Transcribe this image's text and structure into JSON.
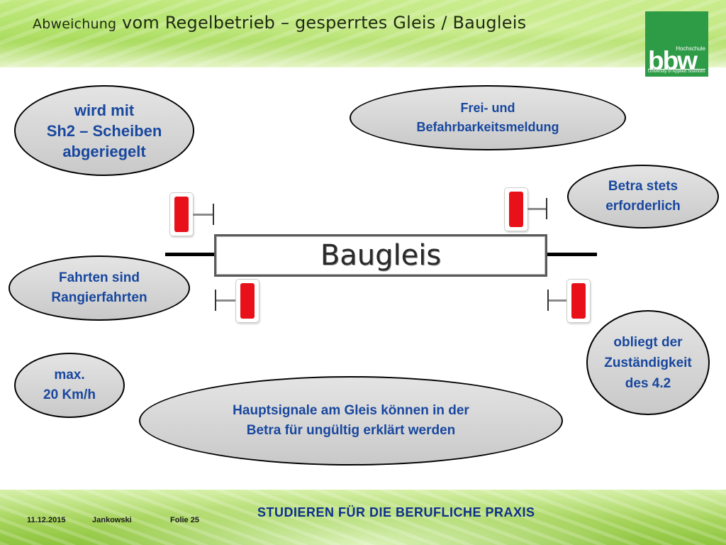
{
  "slide": {
    "title_small": "Abweichung",
    "title_rest": "vom Regelbetrieb – gesperrtes Gleis / Baugleis"
  },
  "logo": {
    "sup": "Hochschule",
    "main": "bbw",
    "sub": "University of Applied Sciences"
  },
  "diagram": {
    "track_label": "Baugleis",
    "ovals": {
      "sh2": "wird mit\nSh2 – Scheiben\nabgeriegelt",
      "frei": "Frei- und\nBefahrbarkeitsmeldung",
      "betra": "Betra stets\nerforderlich",
      "fahrten": "Fahrten sind\nRangierfahrten",
      "obliegt": "obliegt der\nZuständigkeit\ndes 4.2",
      "max": "max.\n20 Km/h",
      "hauptsignale": "Hauptsignale am Gleis können in der\nBetra für ungültig erklärt werden"
    }
  },
  "footer": {
    "date": "11.12.2015",
    "author": "Jankowski",
    "slide_no": "Folie 25",
    "slogan": "STUDIEREN FÜR DIE BERUFLICHE PRAXIS"
  },
  "colors": {
    "oval_text": "#18479e",
    "slogan": "#0c2f8c",
    "logo_bg": "#2e9b47",
    "signal_red": "#e8111a"
  }
}
